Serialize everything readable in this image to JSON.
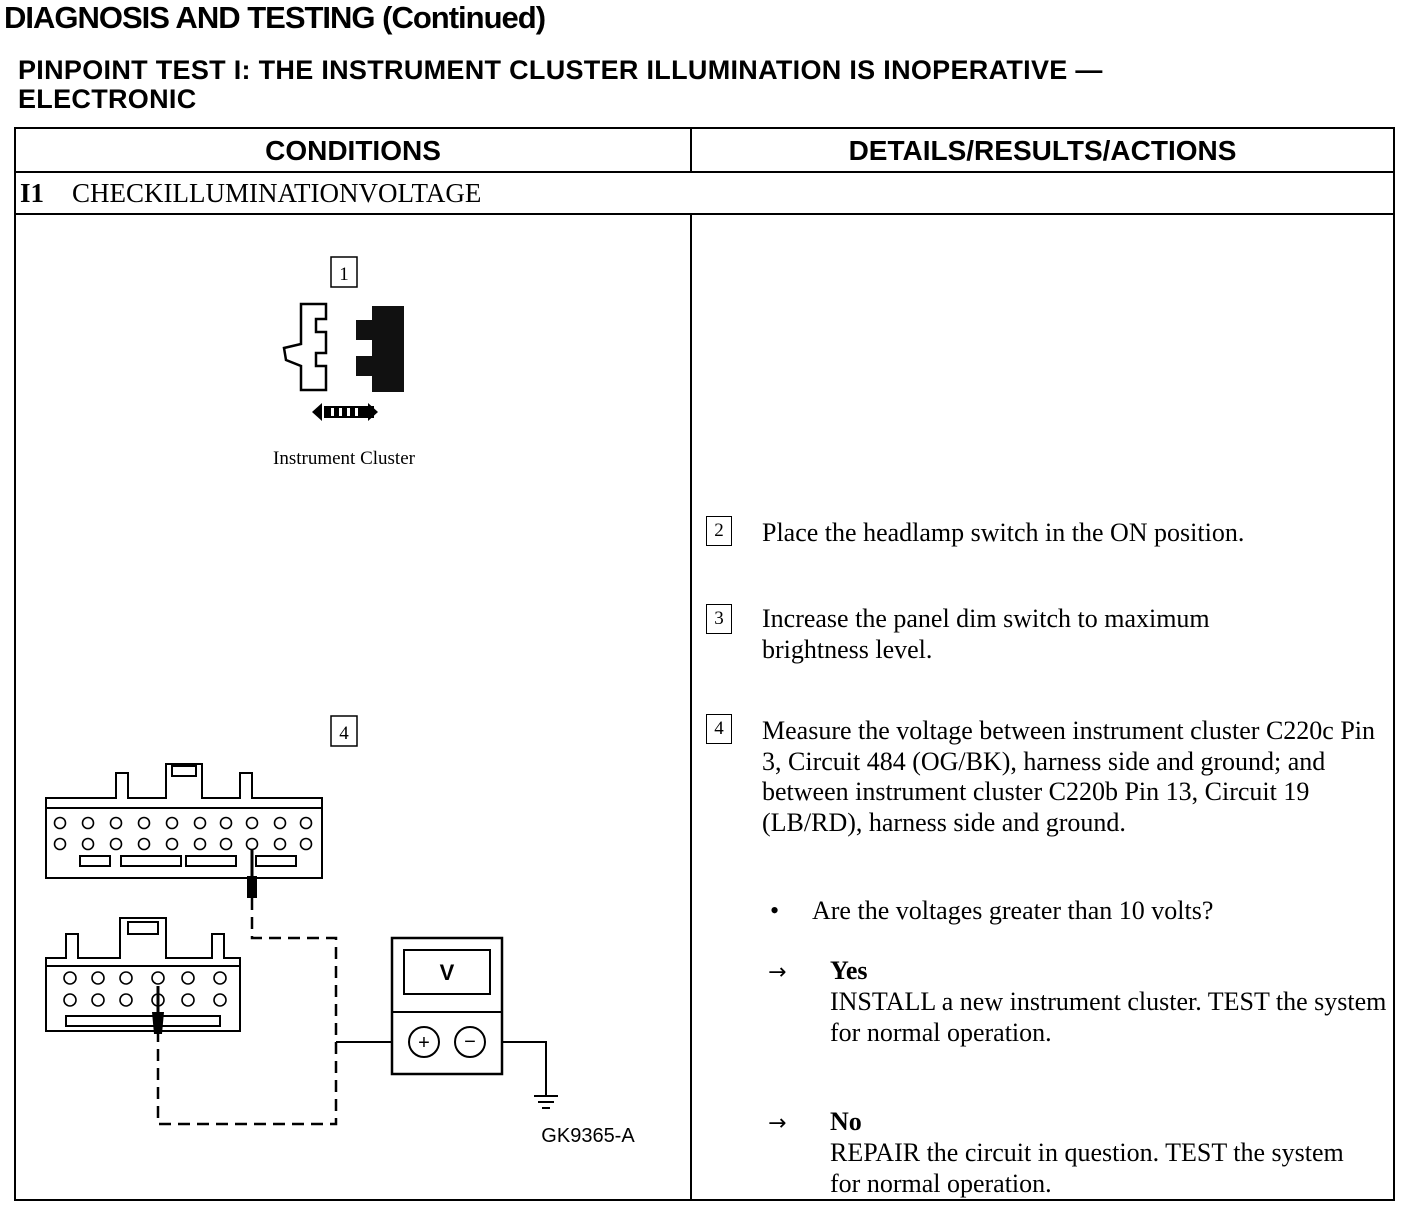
{
  "page": {
    "heading": "DIAGNOSIS AND TESTING (Continued)",
    "pinpoint_line1": "PINPOINT TEST I:  THE INSTRUMENT CLUSTER ILLUMINATION IS INOPERATIVE —",
    "pinpoint_line2": "ELECTRONIC"
  },
  "table": {
    "col_conditions": "CONDITIONS",
    "col_details": "DETAILS/RESULTS/ACTIONS",
    "step_id": "I1",
    "step_title": "CHECKILLUMINATIONVOLTAGE"
  },
  "illustration": {
    "box1": "1",
    "box4": "4",
    "caption": "Instrument Cluster",
    "meter_symbol": "V",
    "plus": "+",
    "minus": "−",
    "figure_id": "GK9365-A"
  },
  "steps": [
    {
      "num": "2",
      "text": "Place the headlamp switch in the ON position."
    },
    {
      "num": "3",
      "text": "Increase the panel dim switch to maximum brightness level."
    },
    {
      "num": "4",
      "text": "Measure the voltage between instrument cluster C220c Pin 3, Circuit 484 (OG/BK), harness side and ground; and between instrument cluster C220b Pin 13, Circuit 19 (LB/RD), harness side and ground."
    }
  ],
  "question": {
    "bullet": "•",
    "text": "Are the voltages greater than 10 volts?"
  },
  "results": [
    {
      "arrow": "→",
      "label": "Yes",
      "action": "INSTALL a new instrument cluster. TEST the system for normal operation."
    },
    {
      "arrow": "→",
      "label": "No",
      "action": "REPAIR the circuit in question. TEST the system for normal operation."
    }
  ]
}
